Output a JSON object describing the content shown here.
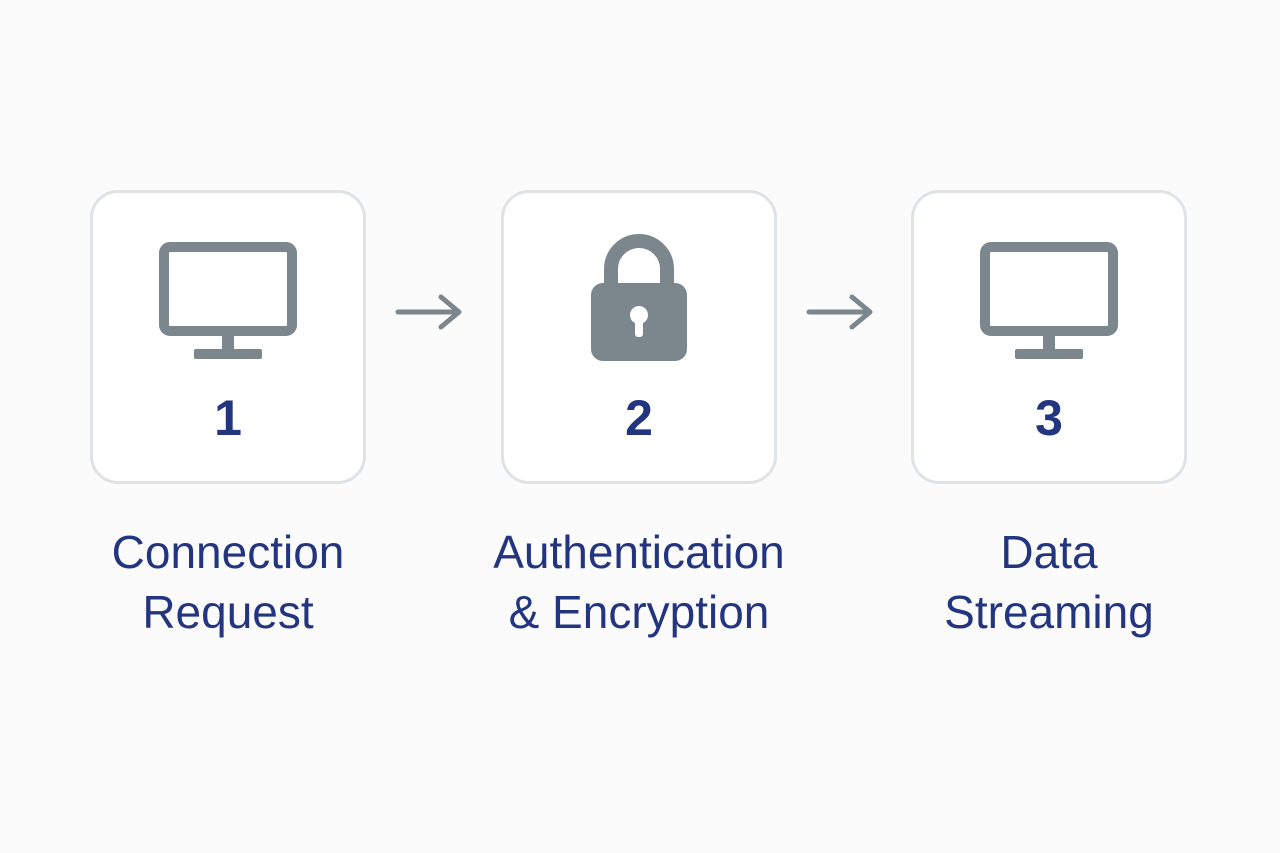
{
  "colors": {
    "background": "#fbfbfc",
    "box_border": "#dfe3e6",
    "icon": "#7c868d",
    "text": "#24357f"
  },
  "steps": [
    {
      "number": "1",
      "icon": "monitor-icon",
      "label_line1": "Connection",
      "label_line2": "Request"
    },
    {
      "number": "2",
      "icon": "lock-icon",
      "label_line1": "Authentication",
      "label_line2": "& Encryption"
    },
    {
      "number": "3",
      "icon": "monitor-icon",
      "label_line1": "Data",
      "label_line2": "Streaming"
    }
  ],
  "connectors": [
    "arrow-right-icon",
    "arrow-right-icon"
  ]
}
